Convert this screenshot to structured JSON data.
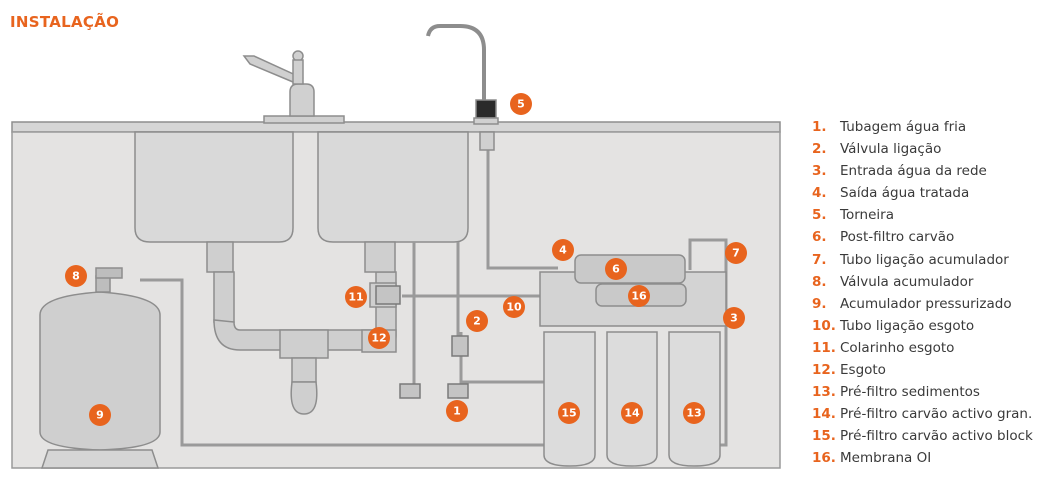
{
  "title": "INSTALAÇÃO",
  "colors": {
    "accent": "#e8641e",
    "cabinet": "#e4e3e2",
    "pipe": "#cfcfcf",
    "pipe_stroke": "#8d8d8d",
    "text": "#3a3a3a"
  },
  "badges": [
    {
      "number": "1"
    },
    {
      "number": "2"
    },
    {
      "number": "3"
    },
    {
      "number": "4"
    },
    {
      "number": "5"
    },
    {
      "number": "6"
    },
    {
      "number": "7"
    },
    {
      "number": "8"
    },
    {
      "number": "9"
    },
    {
      "number": "10"
    },
    {
      "number": "11"
    },
    {
      "number": "12"
    },
    {
      "number": "13"
    },
    {
      "number": "14"
    },
    {
      "number": "15"
    },
    {
      "number": "16"
    }
  ],
  "legend": [
    {
      "number": "1.",
      "label": "Tubagem água fria"
    },
    {
      "number": "2.",
      "label": "Válvula ligação"
    },
    {
      "number": "3.",
      "label": "Entrada água da rede"
    },
    {
      "number": "4.",
      "label": "Saída água tratada"
    },
    {
      "number": "5.",
      "label": "Torneira"
    },
    {
      "number": "6.",
      "label": "Post-filtro carvão"
    },
    {
      "number": "7.",
      "label": "Tubo ligação acumulador"
    },
    {
      "number": "8.",
      "label": "Válvula acumulador"
    },
    {
      "number": "9.",
      "label": "Acumulador pressurizado"
    },
    {
      "number": "10.",
      "label": "Tubo ligação esgoto"
    },
    {
      "number": "11.",
      "label": "Colarinho esgoto"
    },
    {
      "number": "12.",
      "label": "Esgoto"
    },
    {
      "number": "13.",
      "label": "Pré-filtro sedimentos"
    },
    {
      "number": "14.",
      "label": "Pré-filtro carvão activo gran."
    },
    {
      "number": "15.",
      "label": "Pré-filtro carvão activo block"
    },
    {
      "number": "16.",
      "label": "Membrana OI"
    }
  ]
}
